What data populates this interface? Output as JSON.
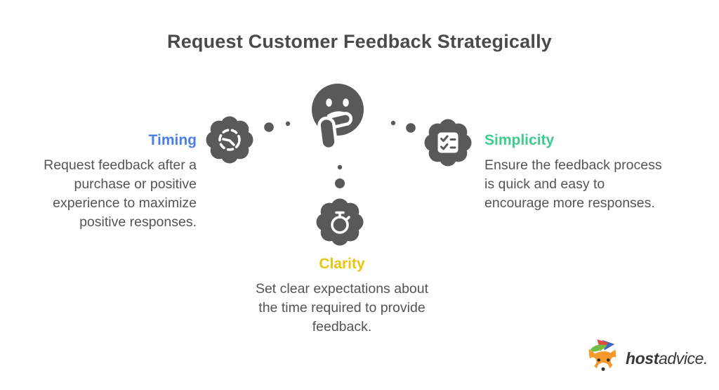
{
  "title": "Request Customer Feedback Strategically",
  "center_icon": "thinking-face-icon",
  "items": [
    {
      "id": "timing",
      "label": "Timing",
      "color": "#4B80E9",
      "icon": "clock-icon",
      "description": "Request feedback after a\npurchase or positive\nexperience to maximize\npositive responses."
    },
    {
      "id": "simplicity",
      "label": "Simplicity",
      "color": "#3ECC8E",
      "icon": "checklist-icon",
      "description": "Ensure the feedback process\nis quick and easy to\nencourage more responses."
    },
    {
      "id": "clarity",
      "label": "Clarity",
      "color": "#E7C512",
      "icon": "stopwatch-icon",
      "description": "Set clear expectations about\nthe time required to provide\nfeedback."
    }
  ],
  "logo": {
    "brand_bold": "host",
    "brand_light": "advice.",
    "mascot": "fox-mascot-icon"
  },
  "colors": {
    "icon_gray": "#595959",
    "title_text": "#4A4A4A",
    "body_text": "#545454"
  }
}
